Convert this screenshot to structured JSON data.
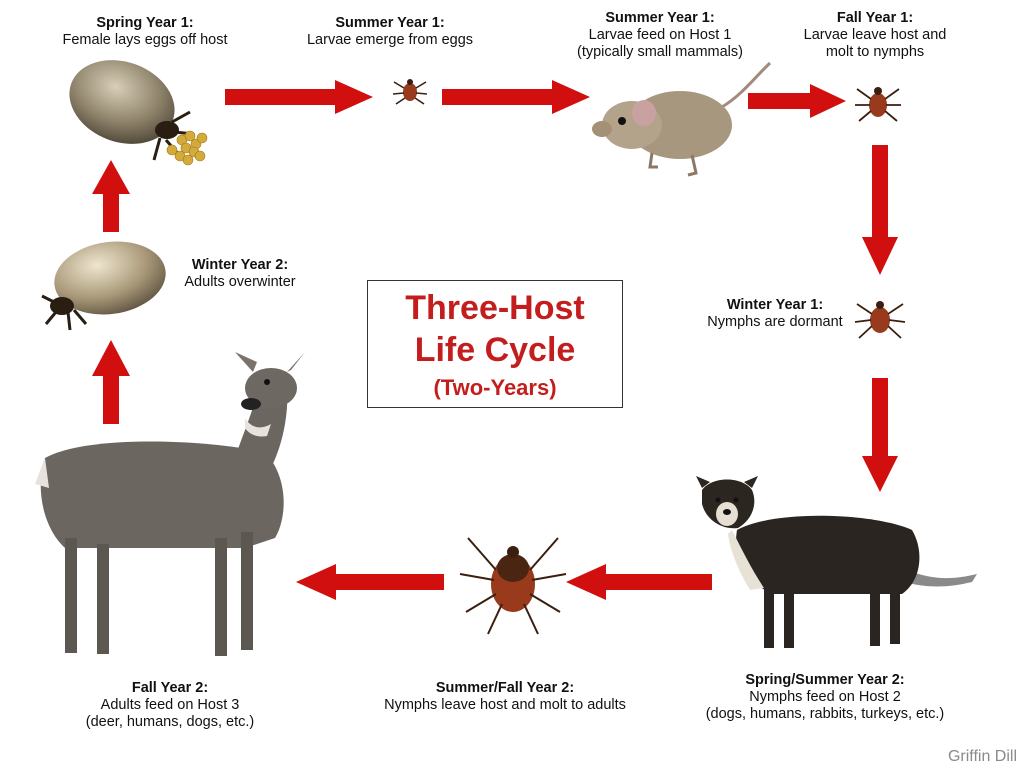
{
  "title": {
    "line1": "Three-Host",
    "line2": "Life Cycle",
    "line3": "(Two-Years)"
  },
  "stages": {
    "spring_y1": {
      "heading": "Spring Year 1:",
      "text": "Female lays eggs off host"
    },
    "summer_y1_emerge": {
      "heading": "Summer Year 1:",
      "text": "Larvae emerge from eggs"
    },
    "summer_y1_feed": {
      "heading": "Summer Year 1:",
      "text": "Larvae feed on Host 1",
      "text2": "(typically small mammals)"
    },
    "fall_y1": {
      "heading": "Fall Year 1:",
      "text": "Larvae leave host and",
      "text2": "molt to nymphs"
    },
    "winter_y1": {
      "heading": "Winter Year 1:",
      "text": "Nymphs are dormant"
    },
    "spring_summer_y2": {
      "heading": "Spring/Summer Year 2:",
      "text": "Nymphs feed on Host 2",
      "text2": "(dogs, humans, rabbits, turkeys, etc.)"
    },
    "summer_fall_y2": {
      "heading": "Summer/Fall Year 2:",
      "text": "Nymphs leave host and molt to adults"
    },
    "fall_y2": {
      "heading": "Fall Year 2:",
      "text": "Adults feed on Host 3",
      "text2": "(deer, humans, dogs, etc.)"
    },
    "winter_y2": {
      "heading": "Winter Year 2:",
      "text": "Adults overwinter"
    }
  },
  "credit": "Griffin Dill",
  "colors": {
    "arrow": "#d10f0f",
    "title": "#c41d1d",
    "tick_body": "#9a3a1c"
  }
}
